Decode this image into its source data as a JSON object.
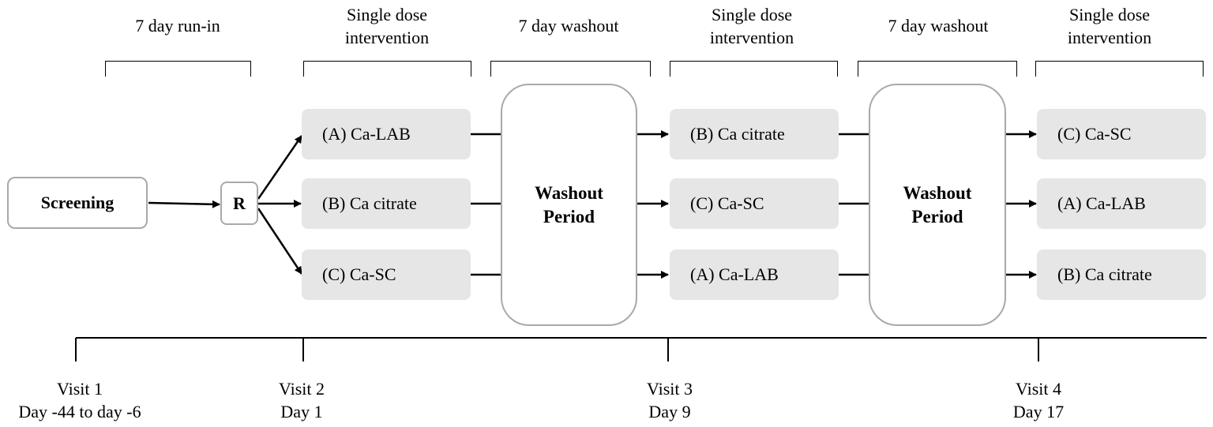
{
  "phases": [
    {
      "line1": "7 day run-in",
      "line2": ""
    },
    {
      "line1": "Single dose",
      "line2": "intervention"
    },
    {
      "line1": "7 day washout",
      "line2": ""
    },
    {
      "line1": "Single dose",
      "line2": "intervention"
    },
    {
      "line1": "7 day washout",
      "line2": ""
    },
    {
      "line1": "Single dose",
      "line2": "intervention"
    }
  ],
  "screening": "Screening",
  "randomization": "R",
  "washout": [
    {
      "line1": "Washout",
      "line2": "Period"
    },
    {
      "line1": "Washout",
      "line2": "Period"
    }
  ],
  "period1": [
    "(A) Ca-LAB",
    "(B) Ca citrate",
    "(C) Ca-SC"
  ],
  "period2": [
    "(B) Ca citrate",
    "(C) Ca-SC",
    "(A) Ca-LAB"
  ],
  "period3": [
    "(C) Ca-SC",
    "(A) Ca-LAB",
    "(B) Ca citrate"
  ],
  "visits": [
    {
      "label": "Visit 1",
      "day": "Day -44 to day -6"
    },
    {
      "label": "Visit 2",
      "day": "Day 1"
    },
    {
      "label": "Visit 3",
      "day": "Day 9"
    },
    {
      "label": "Visit 4",
      "day": "Day 17"
    }
  ],
  "colors": {
    "treatment_fill": "#e6e6e6",
    "box_border": "#a9a9a9",
    "line": "#000000"
  }
}
